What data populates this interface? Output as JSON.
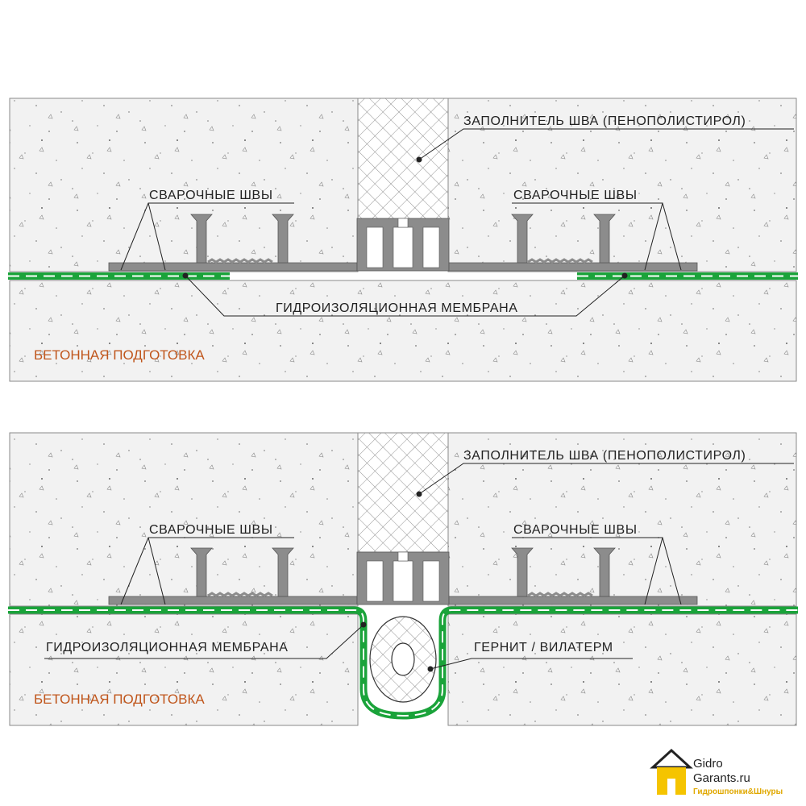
{
  "colors": {
    "concrete_fill": "#f2f2f2",
    "concrete_outline": "#8a8a8a",
    "profile_fill": "#8c8c8c",
    "membrane_green": "#1aa33a",
    "label_orange": "#c0561c",
    "logo_yellow": "#f5c400"
  },
  "diagram_top": {
    "label_filler": "ЗАПОЛНИТЕЛЬ ШВА (ПЕНОПОЛИСТИРОЛ)",
    "label_welds_left": "СВАРОЧНЫЕ ШВЫ",
    "label_welds_right": "СВАРОЧНЫЕ ШВЫ",
    "label_membrane": "ГИДРОИЗОЛЯЦИОННАЯ МЕМБРАНА",
    "label_base": "БЕТОННАЯ ПОДГОТОВКА"
  },
  "diagram_bottom": {
    "label_filler": "ЗАПОЛНИТЕЛЬ ШВА (ПЕНОПОЛИСТИРОЛ)",
    "label_welds_left": "СВАРОЧНЫЕ ШВЫ",
    "label_welds_right": "СВАРОЧНЫЕ ШВЫ",
    "label_membrane": "ГИДРОИЗОЛЯЦИОННАЯ МЕМБРАНА",
    "label_cord": "ГЕРНИТ / ВИЛАТЕРМ",
    "label_base": "БЕТОННАЯ ПОДГОТОВКА"
  },
  "logo": {
    "line1": "Gidro",
    "line2": "Garants.ru",
    "tagline": "Гидрошпонки&Шнуры",
    "icon": "house-icon"
  }
}
